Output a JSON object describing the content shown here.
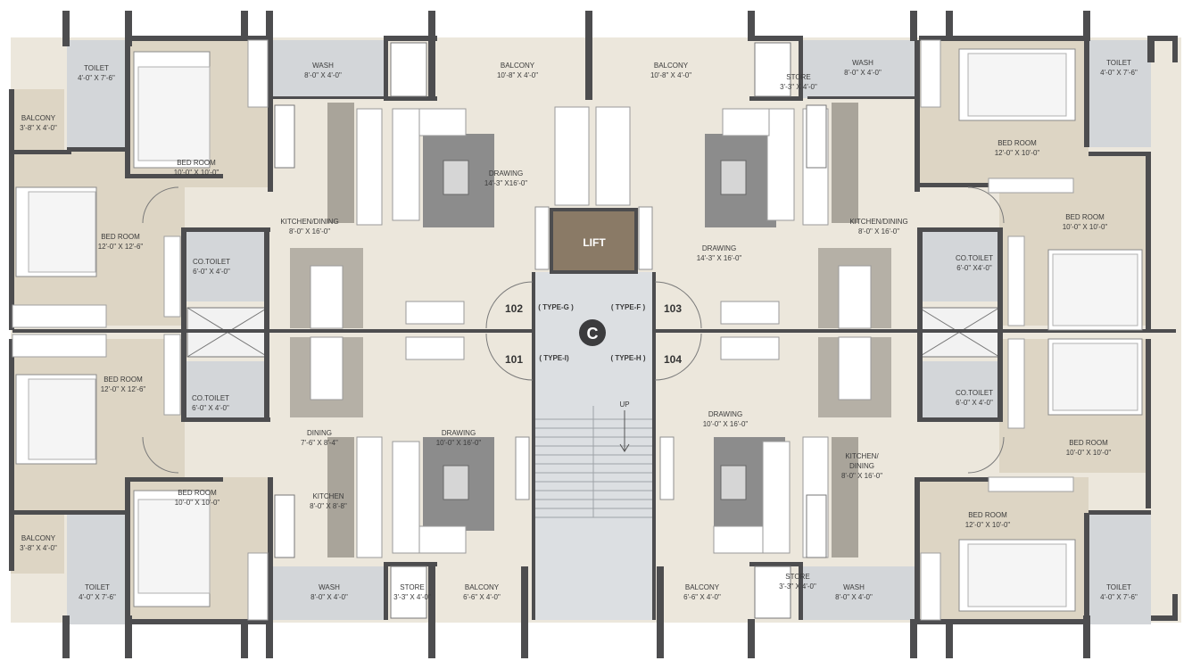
{
  "plan": {
    "core": {
      "lift": "LIFT",
      "stair": "UP",
      "block": "C"
    },
    "units": [
      {
        "no": "102",
        "type": "( TYPE-G )"
      },
      {
        "no": "103",
        "type": "( TYPE-F )"
      },
      {
        "no": "101",
        "type": "( TYPE-I)"
      },
      {
        "no": "104",
        "type": "( TYPE-H )"
      }
    ],
    "rooms": [
      {
        "name": "TOILET",
        "size": "4'-0\" X 7'-6\""
      },
      {
        "name": "BALCONY",
        "size": "3'-8\" X 4'-0\""
      },
      {
        "name": "BED ROOM",
        "size": "10'-0\" X 10'-0\""
      },
      {
        "name": "WASH",
        "size": "8'-0\" X 4'-0\""
      },
      {
        "name": "BALCONY",
        "size": "10'-8\" X 4'-0\""
      },
      {
        "name": "BALCONY",
        "size": "10'-8\" X 4'-0\""
      },
      {
        "name": "STORE",
        "size": "3'-3\" X 4'-0\""
      },
      {
        "name": "WASH",
        "size": "8'-0\" X 4'-0\""
      },
      {
        "name": "TOILET",
        "size": "4'-0\" X 7'-6\""
      },
      {
        "name": "BED ROOM",
        "size": "12'-0\" X 10'-0\""
      },
      {
        "name": "BED ROOM",
        "size": "12'-0\" X 12'-6\""
      },
      {
        "name": "DRAWING",
        "size": "14'-3\" X16'-0\""
      },
      {
        "name": "KITCHEN/DINING",
        "size": "8'-0\" X 16'-0\""
      },
      {
        "name": "KITCHEN/DINING",
        "size": "8'-0\" X 16'-0\""
      },
      {
        "name": "DRAWING",
        "size": "14'-3\" X 16'-0\""
      },
      {
        "name": "BED ROOM",
        "size": "10'-0\" X 10'-0\""
      },
      {
        "name": "CO.TOILET",
        "size": "6'-0\" X 4'-0\""
      },
      {
        "name": "CO.TOILET",
        "size": "6'-0\" X4'-0\""
      },
      {
        "name": "BED ROOM",
        "size": "12'-0\" X 12'-6\""
      },
      {
        "name": "CO.TOILET",
        "size": "6'-0\" X 4'-0\""
      },
      {
        "name": "CO.TOILET",
        "size": "6'-0\" X 4'-0\""
      },
      {
        "name": "DINING",
        "size": "7'-6\" X 8'-4\""
      },
      {
        "name": "DRAWING",
        "size": "10'-0\" X 16'-0\""
      },
      {
        "name": "DRAWING",
        "size": "10'-0\" X 16'-0\""
      },
      {
        "name": "BED ROOM",
        "size": "10'-0\" X 10'-0\""
      },
      {
        "name": "KITCHEN",
        "size": "8'-0\" X 8'-8\""
      },
      {
        "name": "KITCHEN/",
        "size": "DINING"
      },
      {
        "name": "",
        "size": "8'-0\" X 16'-0\""
      },
      {
        "name": "BED ROOM",
        "size": "10'-0\" X 10'-0\""
      },
      {
        "name": "BED ROOM",
        "size": "12'-0\" X 10'-0\""
      },
      {
        "name": "BALCONY",
        "size": "3'-8\" X 4'-0\""
      },
      {
        "name": "TOILET",
        "size": "4'-0\" X 7'-6\""
      },
      {
        "name": "WASH",
        "size": "8'-0\" X 4'-0\""
      },
      {
        "name": "STORE",
        "size": "3'-3\" X 4'-0\""
      },
      {
        "name": "BALCONY",
        "size": "6'-6\" X 4'-0\""
      },
      {
        "name": "BALCONY",
        "size": "6'-6\" X 4'-0\""
      },
      {
        "name": "STORE",
        "size": "3'-3\" X 4'-0\""
      },
      {
        "name": "WASH",
        "size": "8'-0\" X 4'-0\""
      },
      {
        "name": "TOILET",
        "size": "4'-0\" X 7'-6\""
      }
    ],
    "colors": {
      "floor": "#ece7dc",
      "bedroom": "#ddd5c4",
      "wet": "#d2d5d8",
      "core": "#dcdfe2",
      "wall": "#4d4d4f",
      "lift": "#8a7a66",
      "badge": "#3c3c3e"
    }
  }
}
